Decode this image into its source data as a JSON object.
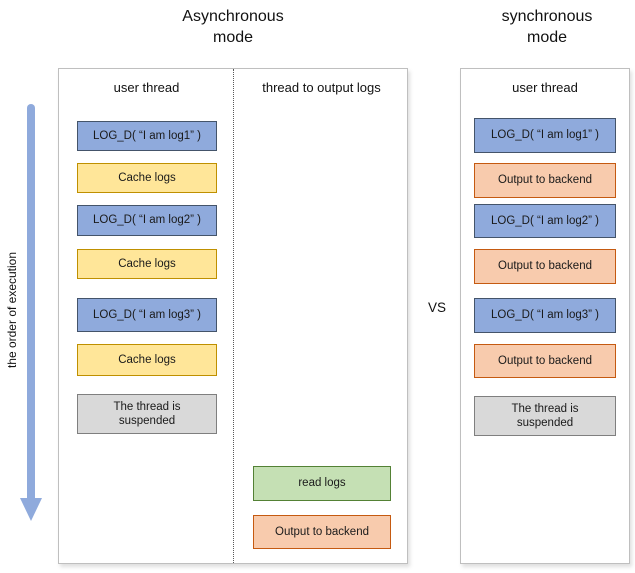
{
  "titles": {
    "async": {
      "line1": "Asynchronous",
      "line2": "mode"
    },
    "sync": {
      "line1": "synchronous",
      "line2": "mode"
    },
    "vs": "VS"
  },
  "execution_axis": {
    "label": "the order of execution",
    "direction": "down",
    "arrow_color": "#8FAADC"
  },
  "colors": {
    "log_call_fill": "#8FAADC",
    "log_call_border": "#44546A",
    "cache_fill": "#FFE699",
    "cache_border": "#BF9000",
    "output_fill": "#F8CBAD",
    "output_border": "#C55A11",
    "read_fill": "#C5E0B4",
    "read_border": "#538135",
    "suspended_fill": "#D9D9D9",
    "suspended_border": "#7F7F7F",
    "panel_border": "#BFBFBF"
  },
  "async_panel": {
    "user_thread": {
      "header": "user thread",
      "boxes": [
        {
          "label": "LOG_D( “I am log1” )",
          "type": "log_call"
        },
        {
          "label": "Cache logs",
          "type": "cache"
        },
        {
          "label": "LOG_D( “I am log2” )",
          "type": "log_call"
        },
        {
          "label": "Cache logs",
          "type": "cache"
        },
        {
          "label": "LOG_D( “I am log3” )",
          "type": "log_call"
        },
        {
          "label": "Cache logs",
          "type": "cache"
        },
        {
          "label": "The thread is suspended",
          "type": "suspended"
        }
      ]
    },
    "output_thread": {
      "header": "thread to output logs",
      "boxes": [
        {
          "label": "read logs",
          "type": "read"
        },
        {
          "label": "Output to backend",
          "type": "output"
        }
      ]
    }
  },
  "sync_panel": {
    "user_thread": {
      "header": "user thread",
      "boxes": [
        {
          "label": "LOG_D( “I am log1” )",
          "type": "log_call"
        },
        {
          "label": "Output to backend",
          "type": "output"
        },
        {
          "label": "LOG_D( “I am log2” )",
          "type": "log_call"
        },
        {
          "label": "Output to backend",
          "type": "output"
        },
        {
          "label": "LOG_D( “I am log3” )",
          "type": "log_call"
        },
        {
          "label": "Output to backend",
          "type": "output"
        },
        {
          "label": "The thread is suspended",
          "type": "suspended"
        }
      ]
    }
  }
}
